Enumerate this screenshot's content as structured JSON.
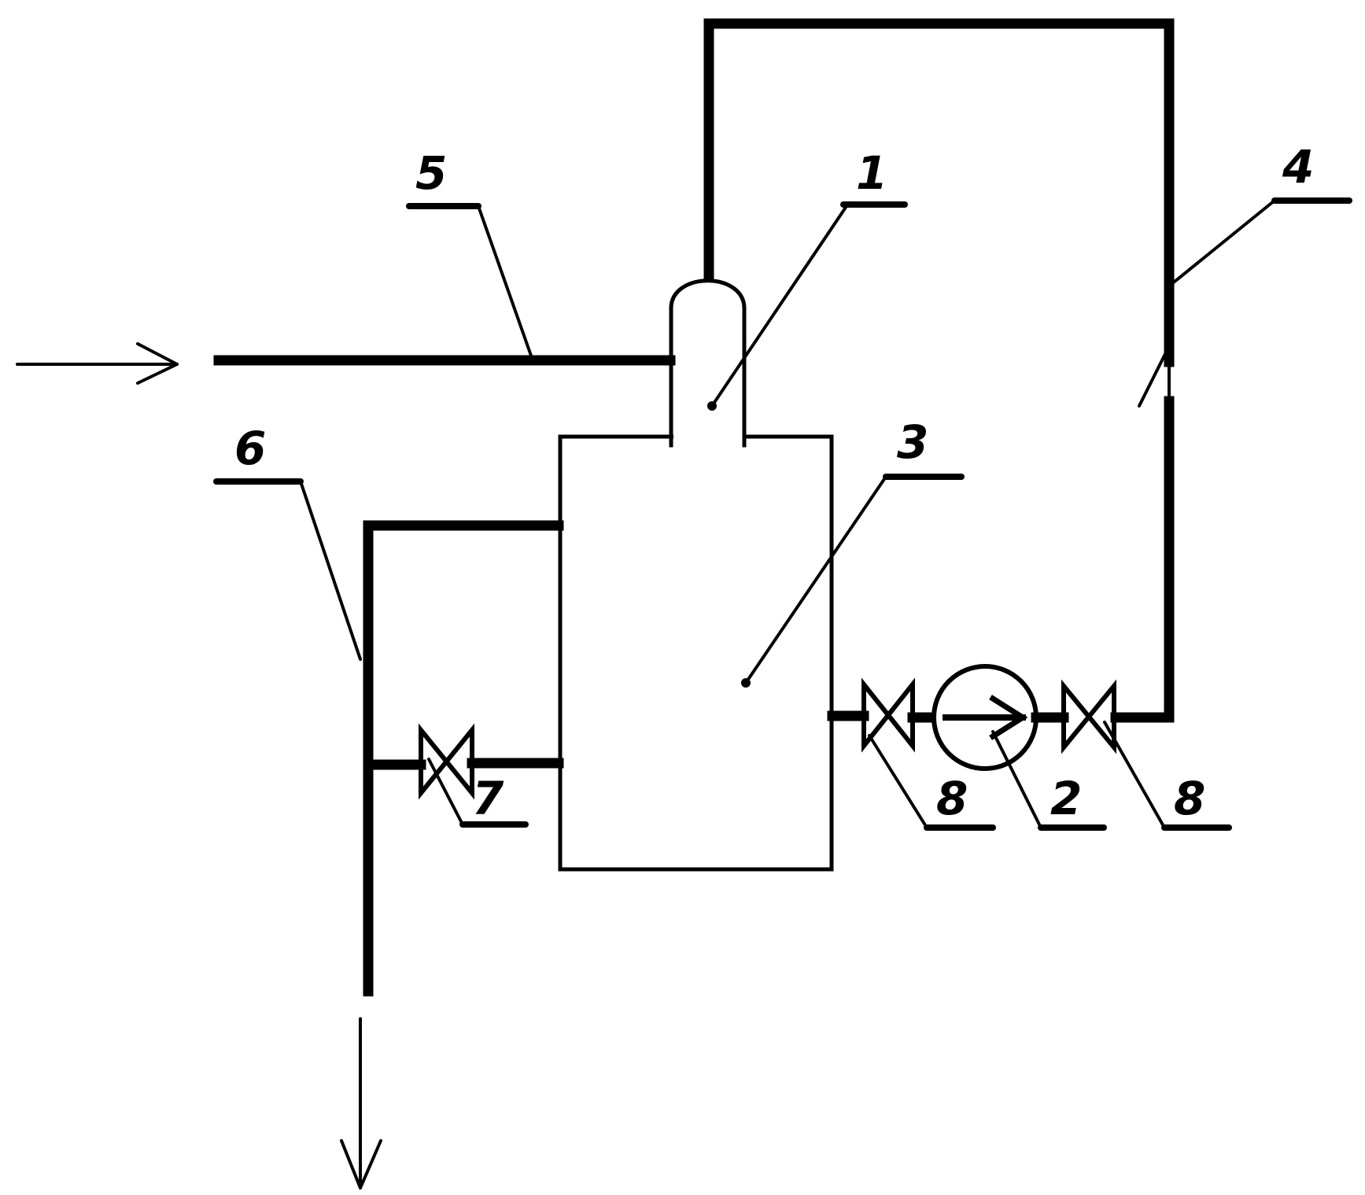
{
  "diagram": {
    "labels": {
      "jet_ejector": "1",
      "pump": "2",
      "tank": "3",
      "return_pipe": "4",
      "inlet_pipe": "5",
      "outlet_pipe": "6",
      "drain_valve": "7",
      "pump_valve_left": "8",
      "pump_valve_right": "8"
    },
    "colors": {
      "line": "#000000",
      "background": "#ffffff"
    },
    "icons": {
      "inlet_arrow": "arrow-right-icon",
      "outlet_arrow": "arrow-down-icon",
      "flow_up_arrow": "arrow-up-icon",
      "pump_direction": "arrow-right-icon",
      "valves": "gate-valve-icon"
    }
  }
}
